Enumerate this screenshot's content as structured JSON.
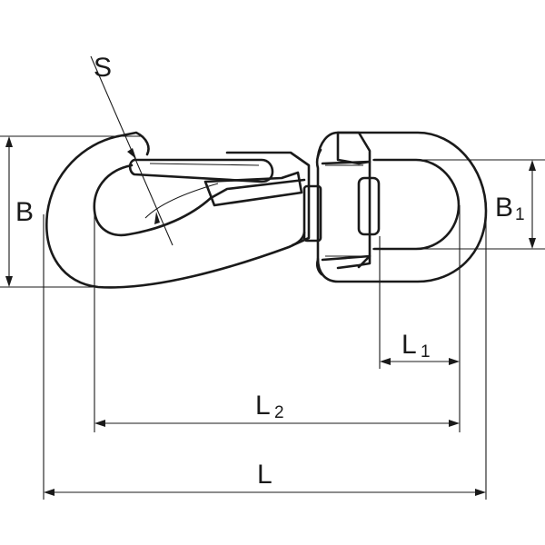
{
  "diagram": {
    "labels": {
      "S": "S",
      "B": "B",
      "B1_main": "B",
      "B1_sub": "1",
      "L1_main": "L",
      "L1_sub": "1",
      "L2_main": "L",
      "L2_sub": "2",
      "L": "L"
    },
    "colors": {
      "line": "#1a1a1a",
      "background": "#ffffff"
    }
  }
}
